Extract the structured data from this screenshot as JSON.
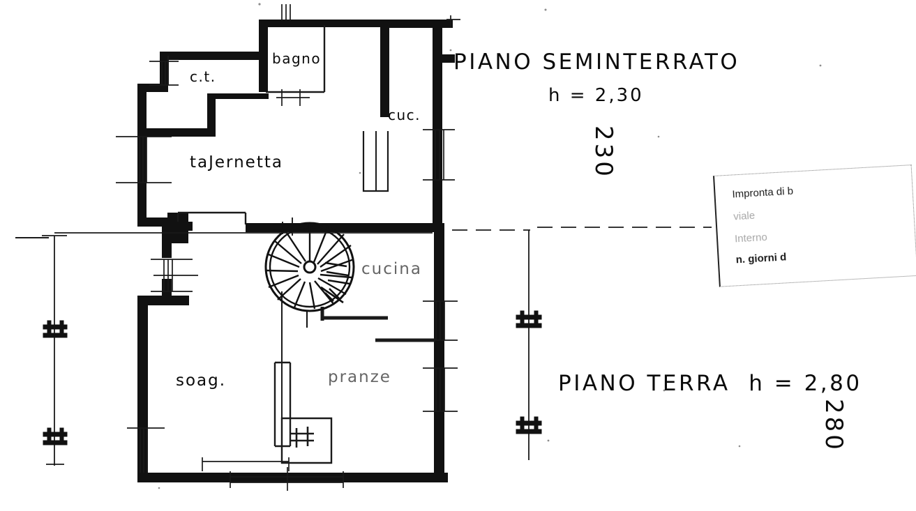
{
  "document": {
    "type": "architectural-floor-plan-scan",
    "language": "it"
  },
  "annotations": {
    "basement_title": "PIANO SEMINTERRATO",
    "basement_height": "h = 2,30",
    "basement_height_value": "230",
    "ground_title": "PIANO TERRA  h = 2,80",
    "ground_height_value": "280"
  },
  "basement_rooms": [
    {
      "key": "ct",
      "label": "c.t."
    },
    {
      "key": "bagno",
      "label": "bagno"
    },
    {
      "key": "cucina_abbr",
      "label": "cuc."
    },
    {
      "key": "tavernetta",
      "label": "taJernetta"
    }
  ],
  "ground_rooms": [
    {
      "key": "cucina",
      "label": "cucina"
    },
    {
      "key": "soggiorno",
      "label": "soag."
    },
    {
      "key": "pranzo",
      "label": "pranze"
    }
  ],
  "stamp": {
    "lines": [
      "Impronta di b",
      "viale",
      "Interno",
      "n. giorni d"
    ],
    "line_1": "Impronta di b",
    "line_2": "viale",
    "line_3": "Interno",
    "line_4": "n. giorni d"
  },
  "colors": {
    "ink": "#0a0a0a",
    "paper": "#ffffff",
    "wall_fill": "#111111",
    "thin_line": "#1a1a1a",
    "stamp_ink": "#4a4a4a"
  }
}
